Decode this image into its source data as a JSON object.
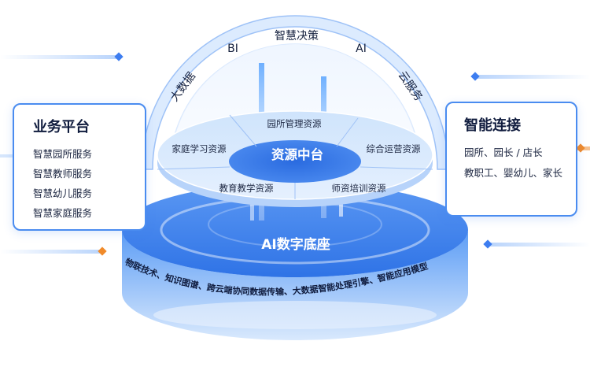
{
  "business_platform": {
    "title": "业务平台",
    "items": [
      "智慧园所服务",
      "智慧教师服务",
      "智慧幼儿服务",
      "智慧家庭服务"
    ]
  },
  "smart_connection": {
    "title": "智能连接",
    "items": [
      "园所、园长 / 店长",
      "教职工、婴幼儿、家长"
    ]
  },
  "arc_labels": {
    "big_data": "大数据",
    "bi": "BI",
    "smart_decision": "智慧决策",
    "ai": "AI",
    "cloud_service": "云服务"
  },
  "resource_center": {
    "title": "资源中台",
    "segments": {
      "park_management": "园所管理资源",
      "family_learning": "家庭学习资源",
      "operations": "综合运营资源",
      "education": "教育教学资源",
      "teacher_training": "师资培训资源"
    }
  },
  "ai_base": {
    "title": "AI数字底座",
    "technologies": "物联技术、知识图谱、跨云端协同数据传输、大数据智能处理引擎、智能应用模型"
  },
  "colors": {
    "primary": "#3d7df0",
    "accent_orange": "#f08a2a",
    "card_border": "#4a8cf0"
  }
}
